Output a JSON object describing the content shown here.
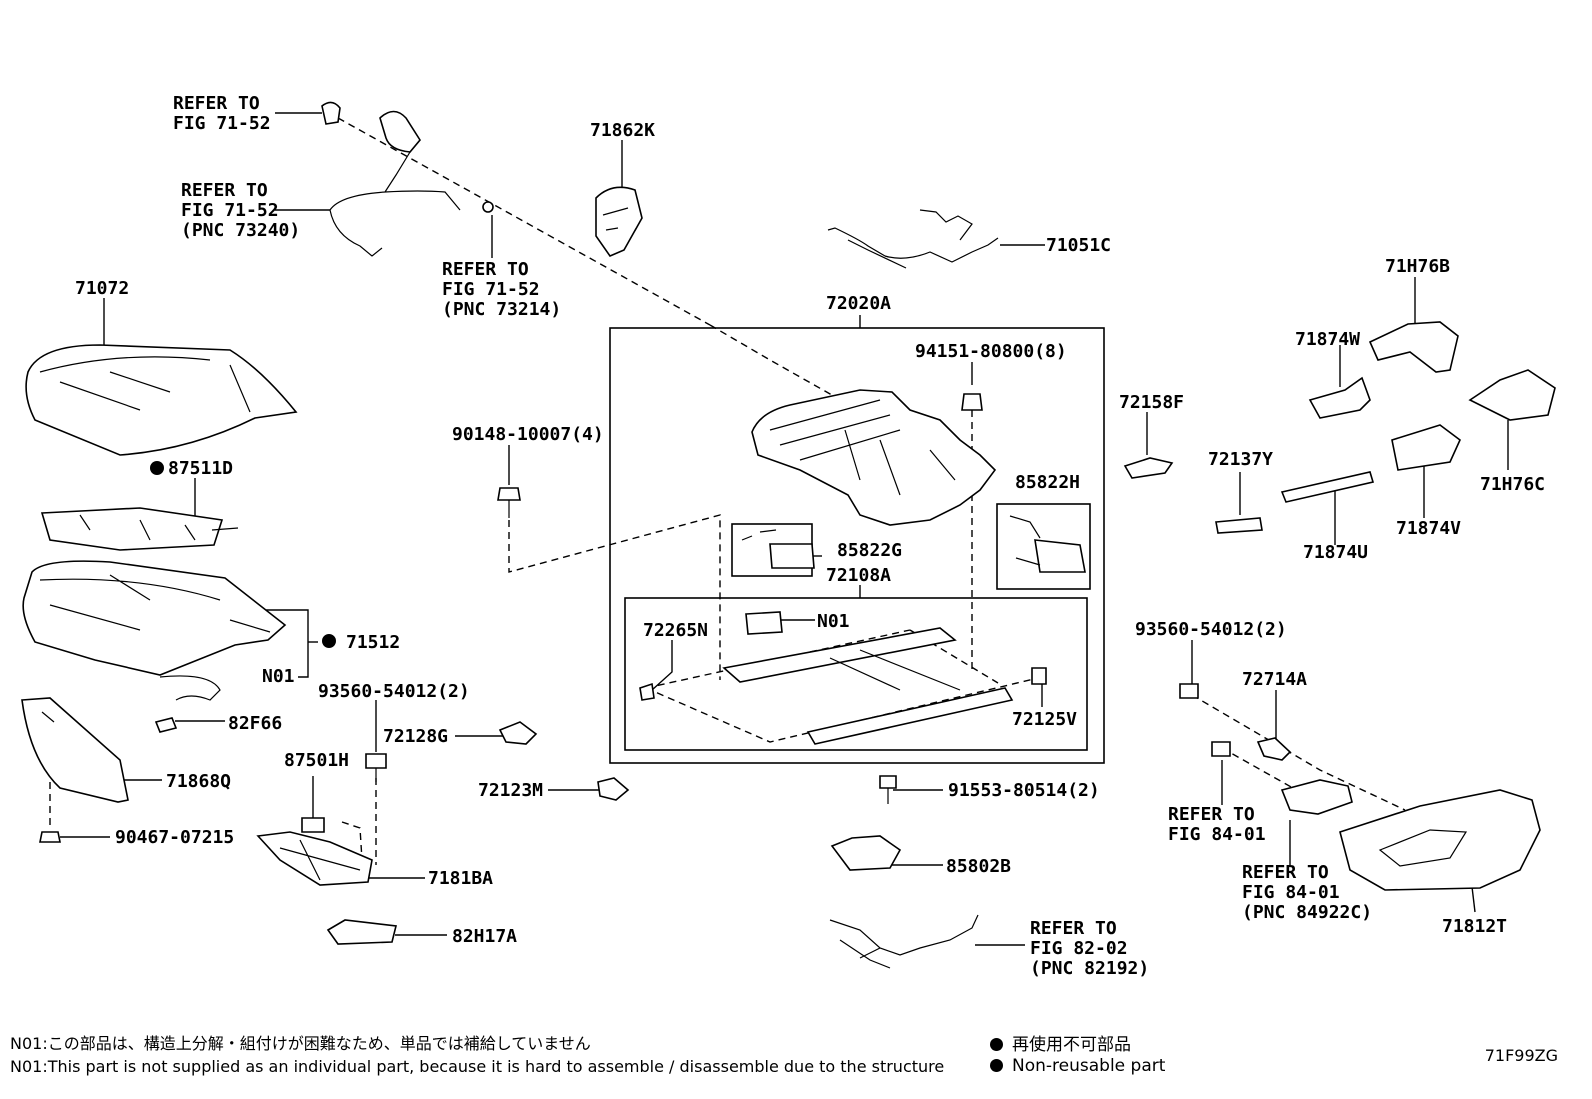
{
  "labels": {
    "refer_71_52_a": [
      "REFER TO",
      "FIG 71-52"
    ],
    "refer_71_52_b": [
      "REFER TO",
      "FIG 71-52",
      "(PNC 73240)"
    ],
    "refer_71_52_c": [
      "REFER TO",
      "FIG 71-52",
      "(PNC 73214)"
    ],
    "p71862K": "71862K",
    "p71051C": "71051C",
    "p72020A": "72020A",
    "p71072": "71072",
    "p94151": "94151-80800(8)",
    "p90148": "90148-10007(4)",
    "p72158F": "72158F",
    "p71H76B": "71H76B",
    "p71874W": "71874W",
    "p71H76C": "71H76C",
    "p87511D": "87511D",
    "p85822H": "85822H",
    "p72137Y": "72137Y",
    "p71874V": "71874V",
    "p85822G": "85822G",
    "p72108A": "72108A",
    "p71874U": "71874U",
    "p71512": "71512",
    "pN01_frame": "N01",
    "p72265N": "72265N",
    "pN01_seat": "N01",
    "p93560_left": "93560-54012(2)",
    "p93560_right": "93560-54012(2)",
    "p72714A": "72714A",
    "p82F66": "82F66",
    "p72125V": "72125V",
    "p72128G": "72128G",
    "p87501H": "87501H",
    "p71868Q": "71868Q",
    "p72123M": "72123M",
    "p91553": "91553-80514(2)",
    "refer_84_01_a": [
      "REFER TO",
      "FIG 84-01"
    ],
    "p90467": "90467-07215",
    "p85802B": "85802B",
    "refer_84_01_b": [
      "REFER TO",
      "FIG 84-01",
      "(PNC 84922C)"
    ],
    "p7181BA": "7181BA",
    "p71812T": "71812T",
    "refer_82_02": [
      "REFER TO",
      "FIG 82-02",
      "(PNC 82192)"
    ],
    "p82H17A": "82H17A"
  },
  "footnotes": {
    "jp": "N01:この部品は、構造上分解・組付けが困難なため、単品では補給していません",
    "en": "N01:This part is not supplied as an individual part, because it is hard to assemble / disassemble due to the structure"
  },
  "legend": {
    "jp": "再使用不可部品",
    "en": "Non-reusable part"
  },
  "figure_code": "71F99ZG"
}
